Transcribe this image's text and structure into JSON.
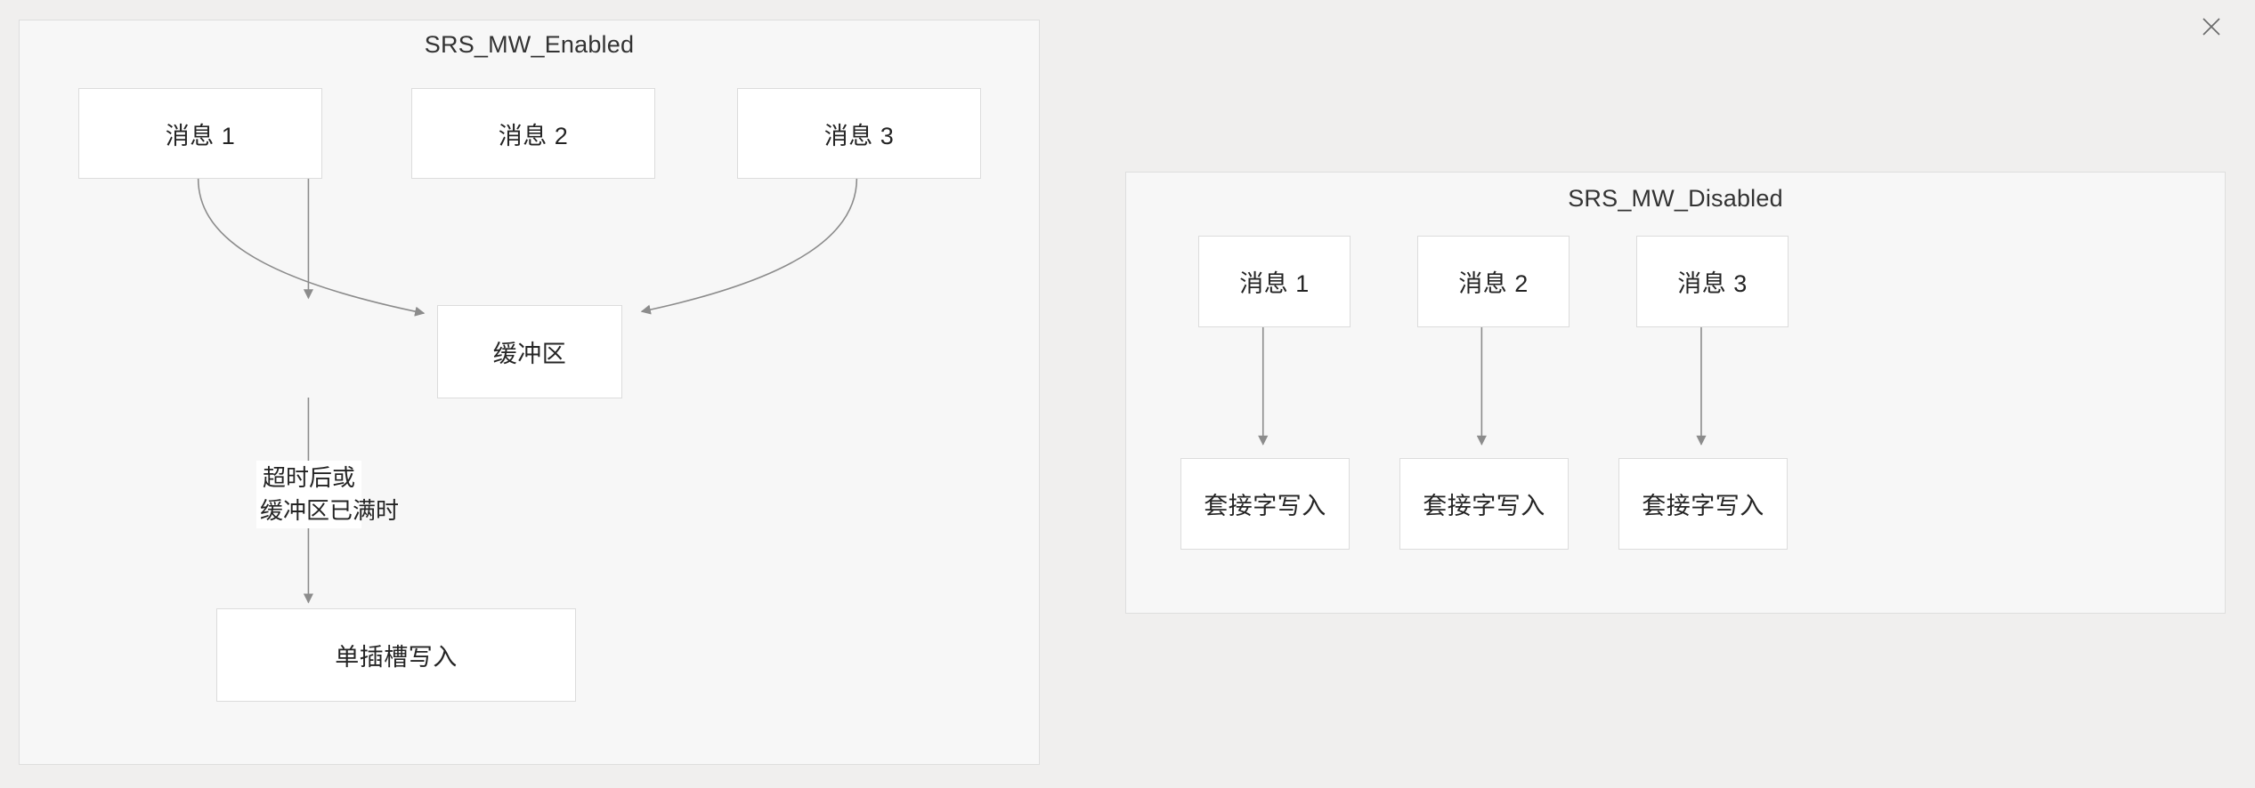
{
  "overlay": {
    "close_icon": "close-icon"
  },
  "panels": [
    {
      "id": "enabled",
      "title": "SRS_MW_Enabled",
      "nodes": [
        {
          "id": "msg1",
          "label": "消息 1"
        },
        {
          "id": "msg2",
          "label": "消息 2"
        },
        {
          "id": "msg3",
          "label": "消息 3"
        },
        {
          "id": "buffer",
          "label": "缓冲区"
        },
        {
          "id": "single-slot-write",
          "label": "单插槽写入"
        }
      ],
      "edge_labels": [
        {
          "id": "flush-condition",
          "line1": "超时后或",
          "line2": "缓冲区已满时"
        }
      ],
      "edges": [
        {
          "from": "msg1",
          "to": "buffer",
          "style": "curved"
        },
        {
          "from": "msg2",
          "to": "buffer",
          "style": "straight"
        },
        {
          "from": "msg3",
          "to": "buffer",
          "style": "curved"
        },
        {
          "from": "buffer",
          "to": "single-slot-write",
          "style": "straight",
          "label": "flush-condition"
        }
      ]
    },
    {
      "id": "disabled",
      "title": "SRS_MW_Disabled",
      "nodes": [
        {
          "id": "msg1",
          "label": "消息 1"
        },
        {
          "id": "msg2",
          "label": "消息 2"
        },
        {
          "id": "msg3",
          "label": "消息 3"
        },
        {
          "id": "socket-write-1",
          "label": "套接字写入"
        },
        {
          "id": "socket-write-2",
          "label": "套接字写入"
        },
        {
          "id": "socket-write-3",
          "label": "套接字写入"
        }
      ],
      "edges": [
        {
          "from": "msg1",
          "to": "socket-write-1",
          "style": "straight"
        },
        {
          "from": "msg2",
          "to": "socket-write-2",
          "style": "straight"
        },
        {
          "from": "msg3",
          "to": "socket-write-3",
          "style": "straight"
        }
      ]
    }
  ],
  "colors": {
    "page_background": "#f0efee",
    "panel_background": "#f7f7f7",
    "panel_border": "#dedede",
    "node_background": "#ffffff",
    "node_border": "#dcdcdc",
    "edge_stroke": "#888888",
    "text": "#242424",
    "title_text": "#333333"
  }
}
